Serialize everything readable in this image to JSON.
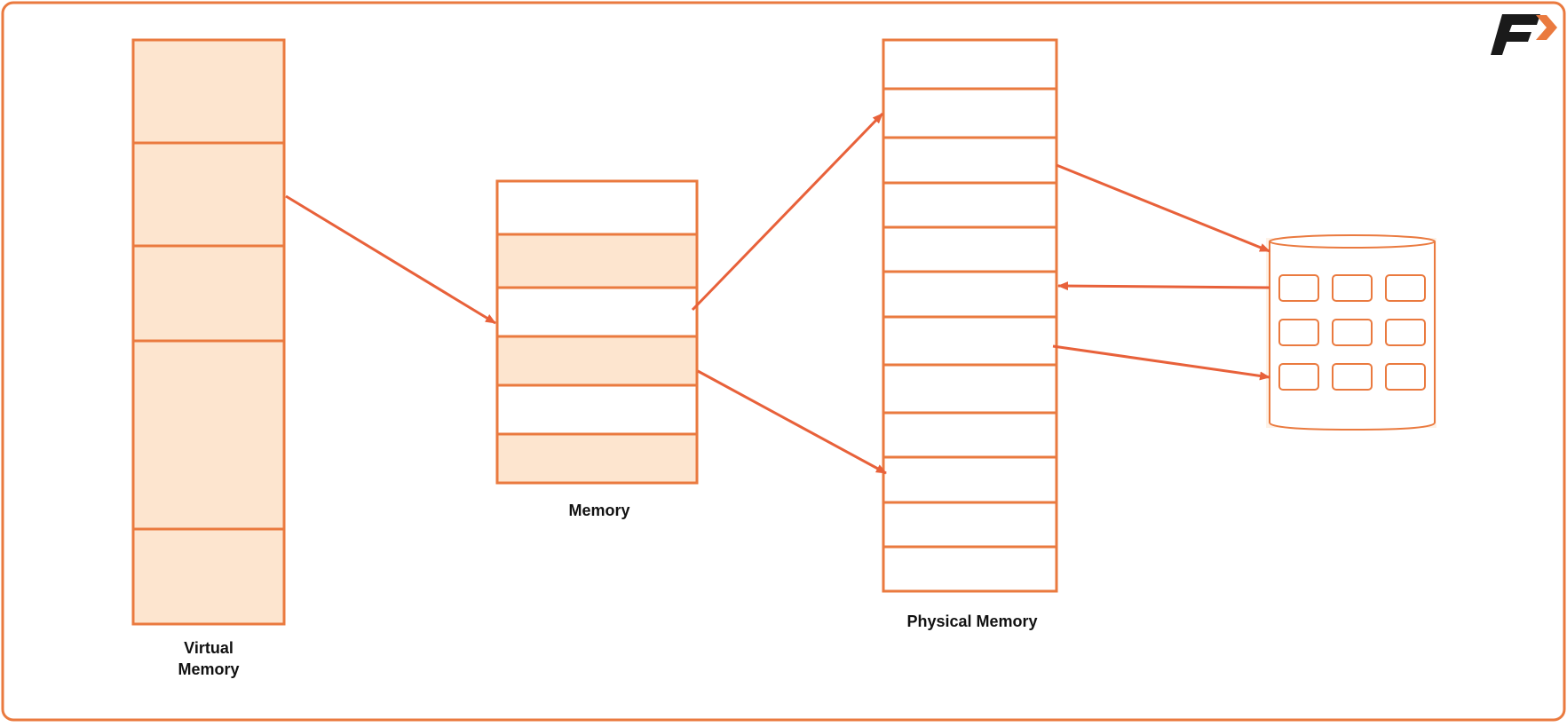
{
  "colors": {
    "accent": "#ea7a3f",
    "arrow": "#e8613a",
    "fill": "#fde5cf",
    "text": "#111111",
    "logo_dark": "#1a1a1a"
  },
  "logo": {
    "icon": "brand-f-logo-icon"
  },
  "virtual_memory": {
    "label": "Virtual\nMemory",
    "segments": [
      {
        "filled": true
      },
      {
        "filled": true
      },
      {
        "filled": true
      },
      {
        "filled": true
      },
      {
        "filled": true
      }
    ]
  },
  "memory": {
    "label": "Memory",
    "segments": [
      {
        "filled": false
      },
      {
        "filled": true
      },
      {
        "filled": false
      },
      {
        "filled": true
      },
      {
        "filled": false
      },
      {
        "filled": true
      }
    ]
  },
  "physical_memory": {
    "label": "Physical Memory",
    "segments": [
      {
        "filled": false
      },
      {
        "filled": false
      },
      {
        "filled": false
      },
      {
        "filled": false
      },
      {
        "filled": false
      },
      {
        "filled": false
      },
      {
        "filled": false
      },
      {
        "filled": false
      },
      {
        "filled": false
      },
      {
        "filled": false
      },
      {
        "filled": false
      },
      {
        "filled": false
      }
    ]
  },
  "disk": {
    "icon": "disk-storage-icon",
    "grid_rows": 3,
    "grid_cols": 3
  }
}
